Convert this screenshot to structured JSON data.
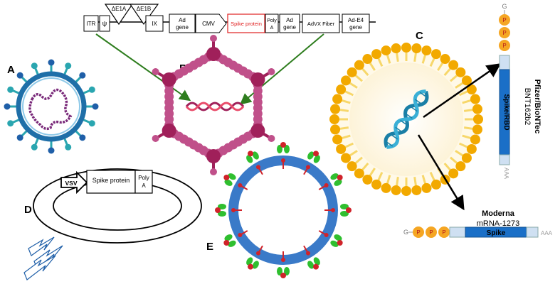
{
  "panel_labels": {
    "a": "A",
    "b": "B",
    "c": "C",
    "d": "D",
    "e": "E"
  },
  "adenovirus_construct": {
    "segments": [
      "ITR",
      "ψ",
      "IX",
      "Ad gene",
      "CMV",
      "Spike protein",
      "Poly A",
      "Ad gene",
      "AdVX Fiber",
      "Ad-E4 gene"
    ],
    "deletions": [
      "ΔE1A",
      "ΔE1B"
    ]
  },
  "mrna_pfizer": {
    "company": "Pfizer/BioNTec",
    "product": "BNT162b2",
    "cap": "G",
    "cap_caps": [
      "P",
      "P",
      "P"
    ],
    "coding_label": "Spike/RBD",
    "tail": "AAA"
  },
  "mrna_moderna": {
    "company": "Moderna",
    "product": "mRNA-1273",
    "cap": "G",
    "cap_caps": [
      "P",
      "P",
      "P"
    ],
    "coding_label": "Spike",
    "tail": "AAA"
  },
  "vsv_construct": {
    "promoter": "VSV",
    "gene": "Spike protein",
    "polya": "Poly A"
  },
  "colors": {
    "virus_ring": "#1f6fa8",
    "virus_spike": "#2aa6b0",
    "rna": "#7a2a7a",
    "capsid": "#a0205a",
    "lipid_head": "#f2a900",
    "lipid_tail": "#f7d76a",
    "mrna_coding": "#1a6fc7",
    "cap": "#f5a623",
    "arrow_green": "#2e7d1e",
    "ring_e": "#3a7ac8",
    "protein_green": "#2fbf2f",
    "protein_red": "#d0232a"
  }
}
